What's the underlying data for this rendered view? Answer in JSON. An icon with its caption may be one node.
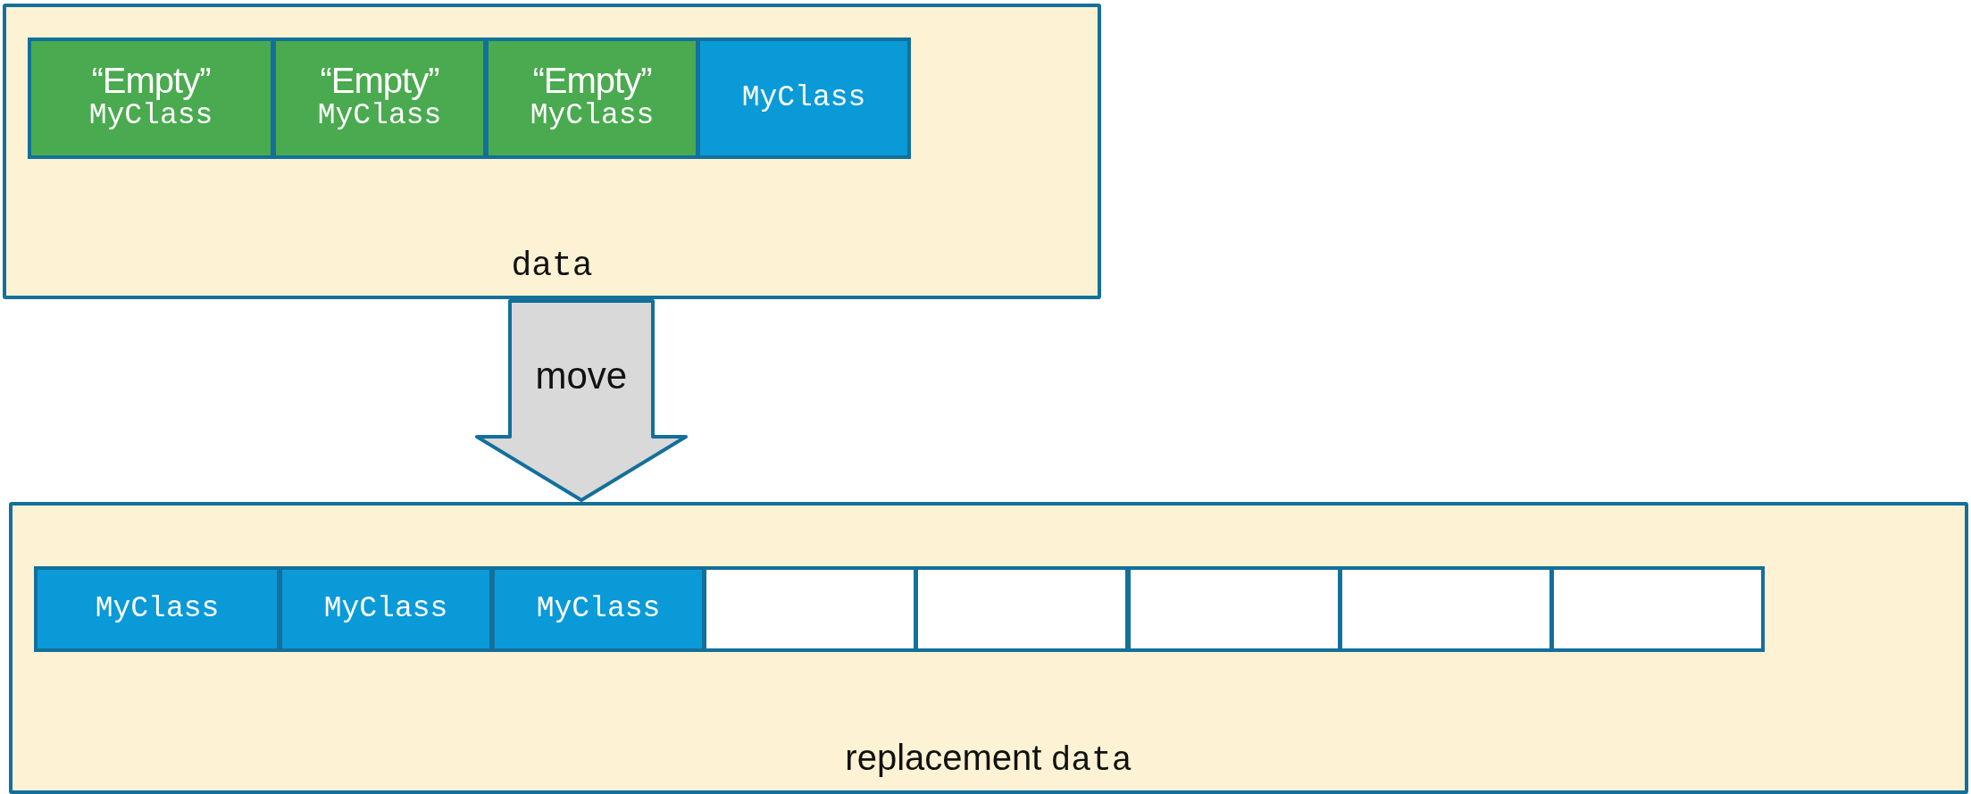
{
  "diagram": {
    "nodes": [
      {
        "text": [
          "data"
        ]
      },
      {
        "text": [
          "“Empty”",
          "MyClass"
        ],
        "in": 0
      },
      {
        "text": [
          "“Empty”",
          "MyClass"
        ],
        "in": 0
      },
      {
        "text": [
          "“Empty”",
          "MyClass"
        ],
        "in": 0
      },
      {
        "text": [
          "MyClass"
        ],
        "in": 0
      },
      {
        "text": [
          "replacement",
          "data"
        ]
      },
      {
        "text": [
          "MyClass"
        ],
        "in": 5
      },
      {
        "text": [
          "MyClass"
        ],
        "in": 5
      },
      {
        "text": [
          "MyClass"
        ],
        "in": 5
      },
      {
        "text": [],
        "shape": "box",
        "in": 5
      },
      {
        "text": [],
        "shape": "box",
        "in": 5
      },
      {
        "text": [],
        "shape": "box",
        "in": 5
      },
      {
        "text": [],
        "shape": "box",
        "in": 5
      },
      {
        "text": [],
        "shape": "box",
        "in": 5
      }
    ],
    "edges": [
      {
        "from": 0,
        "to": 5,
        "arrow": "to",
        "label": "move"
      }
    ]
  }
}
